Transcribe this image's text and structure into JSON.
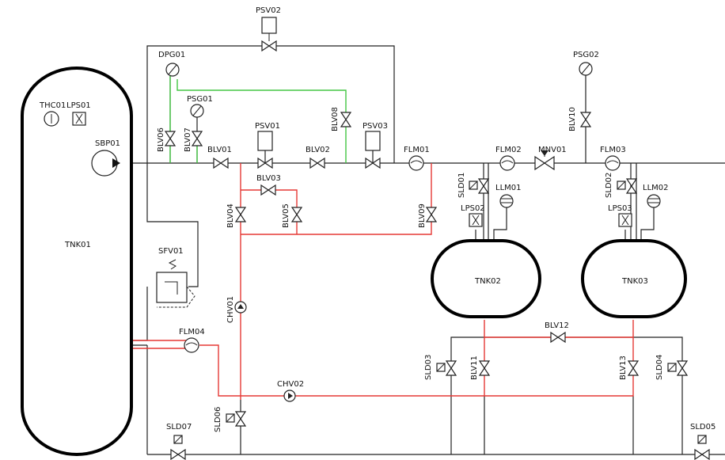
{
  "labels": {
    "psv02": "PSV02",
    "dpg01": "DPG01",
    "psg01": "PSG01",
    "psv01": "PSV01",
    "psv03": "PSV03",
    "blv08": "BLV08",
    "blv06": "BLV06",
    "blv07": "BLV07",
    "blv01": "BLV01",
    "blv02": "BLV02",
    "blv03": "BLV03",
    "blv04": "BLV04",
    "blv05": "BLV05",
    "blv09": "BLV09",
    "flm01": "FLM01",
    "flm02": "FLM02",
    "mnv01": "MNV01",
    "flm03": "FLM03",
    "psg02": "PSG02",
    "blv10": "BLV10",
    "sld01": "SLD01",
    "llm01": "LLM01",
    "lps02": "LPS02",
    "sld02": "SLD02",
    "llm02": "LLM02",
    "lps03": "LPS03",
    "tnk01": "TNK01",
    "tnk02": "TNK02",
    "tnk03": "TNK03",
    "thc01": "THC01",
    "lps01": "LPS01",
    "sbp01": "SBP01",
    "sfv01": "SFV01",
    "chv01": "CHV01",
    "flm04": "FLM04",
    "chv02": "CHV02",
    "sld06": "SLD06",
    "sld07": "SLD07",
    "blv12": "BLV12",
    "sld03": "SLD03",
    "blv11": "BLV11",
    "blv13": "BLV13",
    "sld04": "SLD04",
    "sld05": "SLD05"
  },
  "colors": {
    "pipe": "#222222",
    "hot_line": "#e53935",
    "instrument_line": "#43c643",
    "tank_outline": "#000000"
  }
}
